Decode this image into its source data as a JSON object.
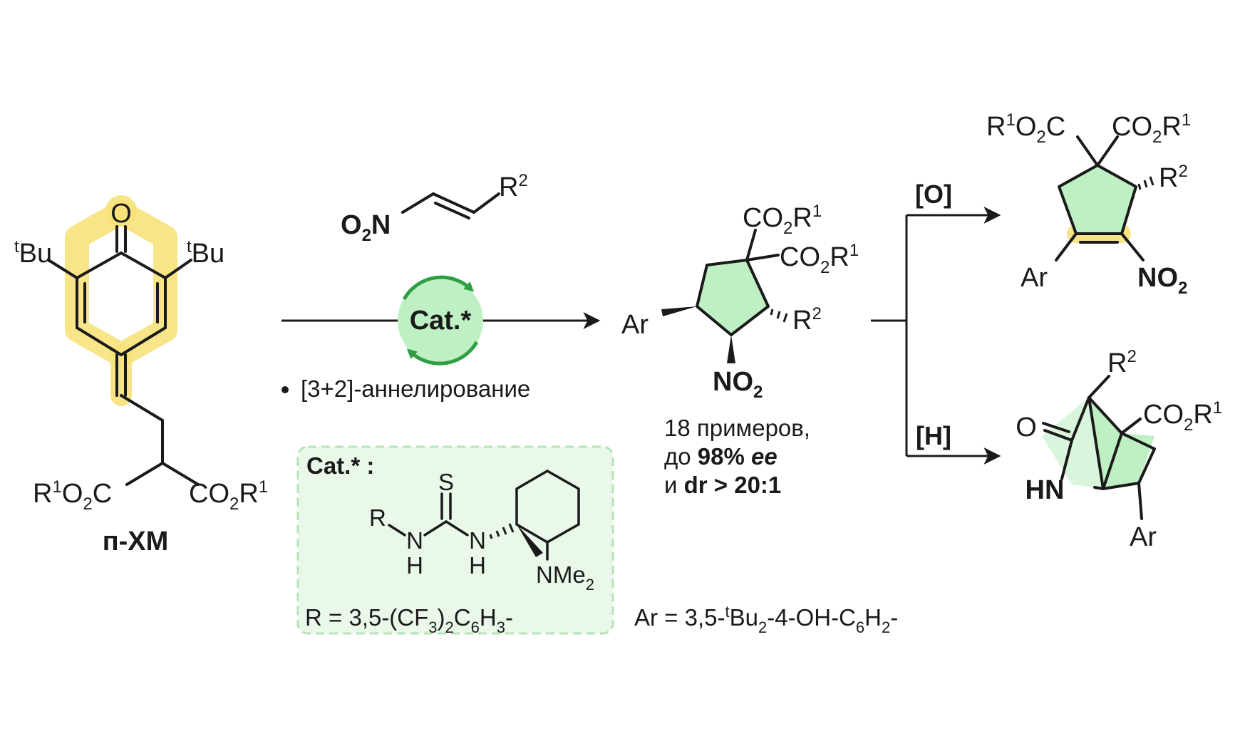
{
  "scheme": {
    "start_material": {
      "carbonyl_o": "O",
      "tbu_left": "tBu",
      "tbu_right": "tBu",
      "ester_left": "R1O2C",
      "ester_right": "CO2R1",
      "label": "п-ХМ"
    },
    "reagent": {
      "nitro": "O2N",
      "r_group": "R2"
    },
    "catalyst_badge": "Cat.*",
    "reaction_note": "[3+2]-аннелирование",
    "catalyst_box": {
      "heading": "Cat.* :",
      "sulfur": "S",
      "r": "R",
      "nh_atom": "N",
      "h_atom": "H",
      "amine": "NMe2",
      "r_definition": "R = 3,5-(CF3)2C6H3-"
    },
    "product": {
      "ester_top": "CO2R1",
      "ester_mid": "CO2R1",
      "ar": "Ar",
      "r2": "R2",
      "nitro": "NO2"
    },
    "scope": {
      "line1": "18 примеров,",
      "line2_prefix": "до ",
      "line2_value": "98% ee",
      "line3_prefix": "и ",
      "line3_value": "dr > 20:1"
    },
    "ar_definition": "Ar = 3,5-tBu2-4-OH-C6H2-",
    "oxidation": {
      "condition": "[O]",
      "ester_left": "R1O2C",
      "ester_right": "CO2R1",
      "r2": "R2",
      "ar": "Ar",
      "nitro": "NO2"
    },
    "reduction": {
      "condition": "[H]",
      "r2": "R2",
      "oxygen": "O",
      "ester": "CO2R1",
      "nh": "HN",
      "ar": "Ar"
    }
  },
  "colors": {
    "highlight_yellow": "#f7e27a",
    "ring_green": "#bff0c4",
    "catalyst_green": "#2f9e44",
    "box_fill": "#eaf8ea",
    "box_border": "#b6e3b8"
  }
}
